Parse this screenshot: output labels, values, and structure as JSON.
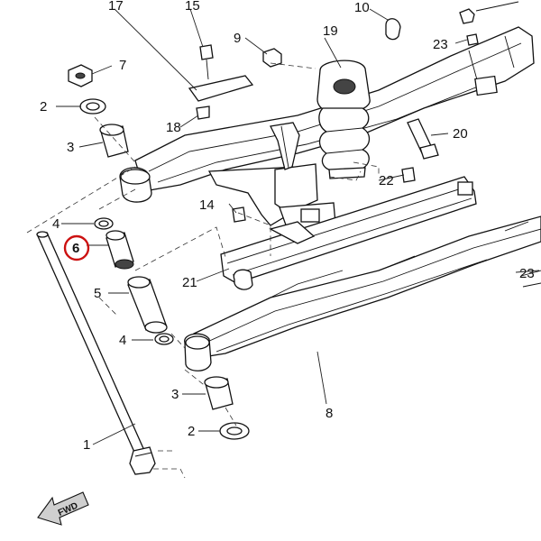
{
  "callouts": {
    "c1": "1",
    "c2a": "2",
    "c2b": "2",
    "c3a": "3",
    "c3b": "3",
    "c4a": "4",
    "c4b": "4",
    "c5": "5",
    "c6": "6",
    "c7": "7",
    "c8": "8",
    "c9": "9",
    "c10": "10",
    "c14": "14",
    "c15": "15",
    "c17": "17",
    "c18": "18",
    "c19": "19",
    "c20": "20",
    "c21": "21",
    "c22": "22",
    "c23a": "23",
    "c23b": "23"
  },
  "fwd_label": "FWD",
  "highlight": {
    "part": "6",
    "ring_color": "#cc1111"
  },
  "colors": {
    "line": "#111111",
    "fill": "#ffffff",
    "shade": "#cfcfcf"
  }
}
